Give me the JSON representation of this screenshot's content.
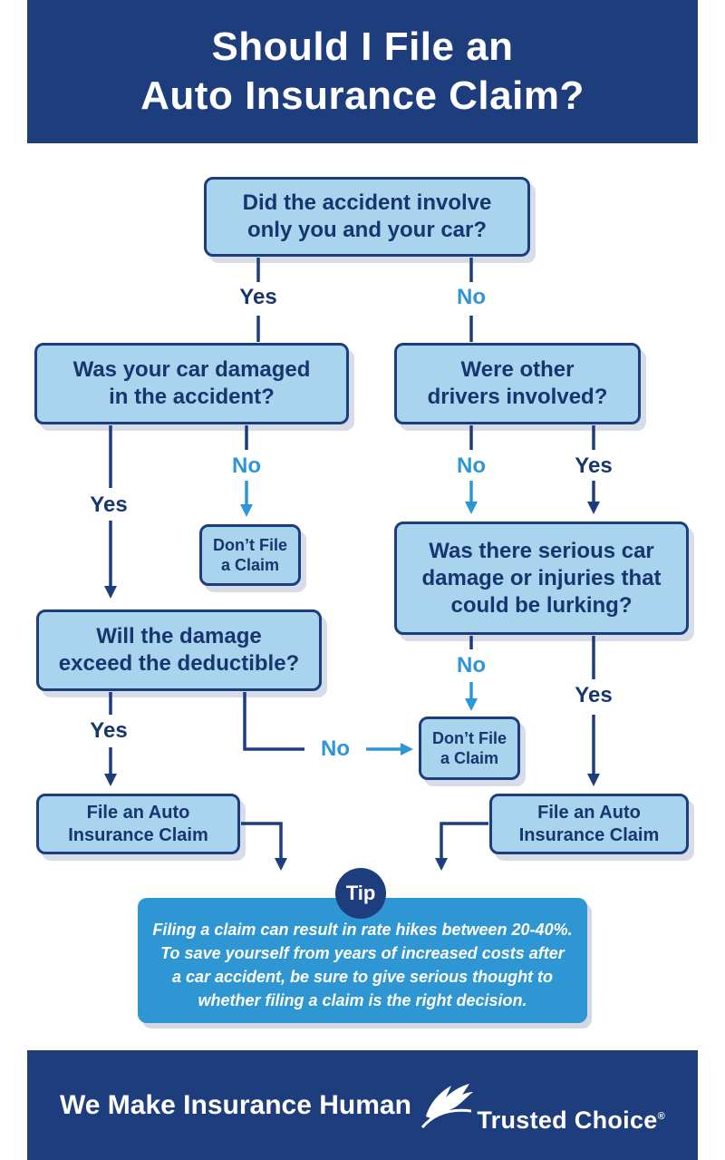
{
  "colors": {
    "navy": "#1e3d7d",
    "box_fill": "#a9d4ee",
    "tip_fill": "#2f96d4",
    "no_blue": "#2e96d4",
    "white": "#ffffff"
  },
  "header": {
    "title_lines": [
      "Should I File an",
      "Auto Insurance Claim?"
    ]
  },
  "nodes": {
    "q1": {
      "lines": [
        "Did the accident involve",
        "only you and your car?"
      ]
    },
    "q2": {
      "lines": [
        "Was your car damaged",
        "in the accident?"
      ]
    },
    "q3": {
      "lines": [
        "Were other",
        "drivers involved?"
      ]
    },
    "q4": {
      "lines": [
        "Will the damage",
        "exceed the deductible?"
      ]
    },
    "q5": {
      "lines": [
        "Was there serious car",
        "damage or injuries that",
        "could be lurking?"
      ]
    },
    "dont_file_1": {
      "lines": [
        "Don’t File",
        "a Claim"
      ]
    },
    "dont_file_2": {
      "lines": [
        "Don’t File",
        "a Claim"
      ]
    },
    "file_left": {
      "lines": [
        "File an Auto",
        "Insurance Claim"
      ]
    },
    "file_right": {
      "lines": [
        "File an Auto",
        "Insurance Claim"
      ]
    }
  },
  "edges": [
    {
      "from": "q1",
      "label": "Yes",
      "to": "q2"
    },
    {
      "from": "q1",
      "label": "No",
      "to": "q3"
    },
    {
      "from": "q2",
      "label": "Yes",
      "to": "q4"
    },
    {
      "from": "q2",
      "label": "No",
      "to": "dont_file_1"
    },
    {
      "from": "q3",
      "label": "No",
      "to": "q5"
    },
    {
      "from": "q3",
      "label": "Yes",
      "to": "q5"
    },
    {
      "from": "q5",
      "label": "No",
      "to": "dont_file_2"
    },
    {
      "from": "q5",
      "label": "Yes",
      "to": "file_right"
    },
    {
      "from": "q4",
      "label": "Yes",
      "to": "file_left"
    },
    {
      "from": "q4",
      "label": "No",
      "to": "dont_file_2"
    },
    {
      "from": "file_left",
      "label": "",
      "to": "tip"
    },
    {
      "from": "file_right",
      "label": "",
      "to": "tip"
    }
  ],
  "tip": {
    "badge": "Tip",
    "lines": [
      "Filing a claim can result in rate hikes between 20-40%.",
      "To save yourself from years of increased costs after",
      "a car accident, be sure to give serious thought to",
      "whether filing a claim is the right decision."
    ]
  },
  "footer": {
    "tagline": "We Make Insurance Human",
    "brand": "Trusted Choice",
    "brand_mark": "®"
  }
}
